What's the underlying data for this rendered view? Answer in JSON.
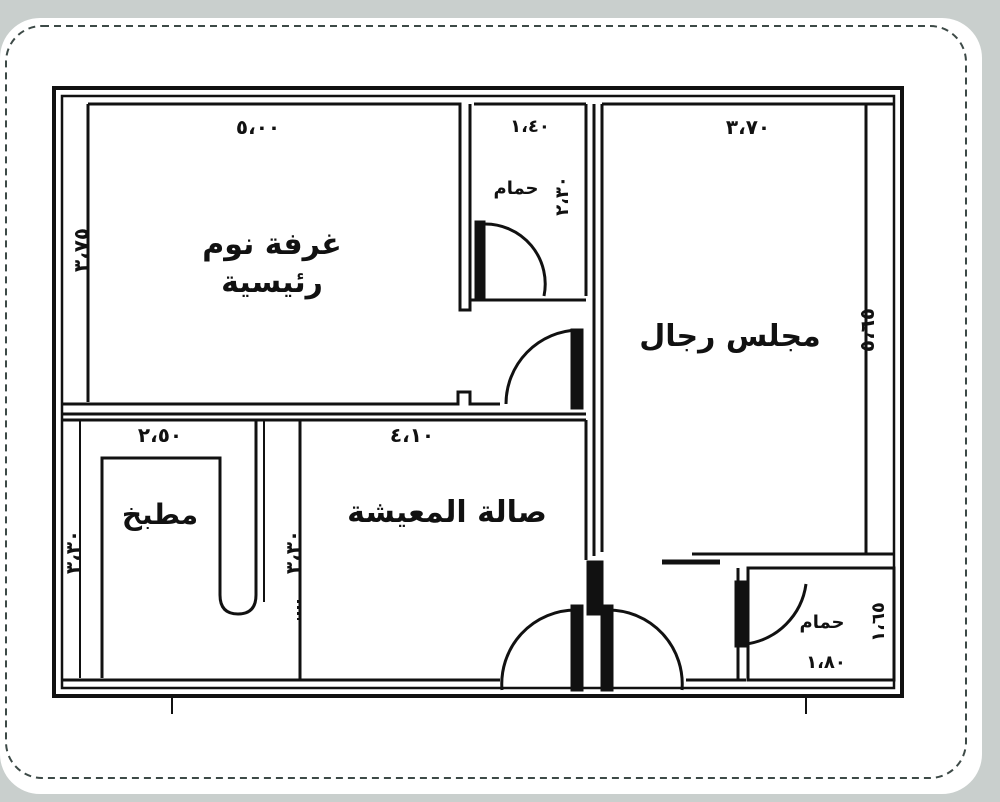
{
  "plan": {
    "rooms": {
      "master_bedroom": {
        "line1": "غرفة نوم",
        "line2": "رئيسية"
      },
      "bath_top": {
        "label": "حمام"
      },
      "men_majlis": {
        "label": "مجلس رجال"
      },
      "kitchen": {
        "label": "مطبخ"
      },
      "living_hall": {
        "label": "صالة المعيشة"
      },
      "bath_bottom": {
        "label": "حمام"
      }
    },
    "dimensions": {
      "bedroom_width": "٥،٠٠",
      "bedroom_height": "٣،٧٥",
      "bath_top_width": "١،٤٠",
      "bath_top_height": "٢،٣٠",
      "majlis_width": "٣،٧٠",
      "majlis_height": "٥،٦٥",
      "kitchen_width": "٢،٥٠",
      "kitchen_height": "٣،٣٠",
      "living_width": "٤،١٠",
      "living_height": "٣،٣٠",
      "bath_bottom_width": "١،٨٠",
      "bath_bottom_height": "١،٦٥"
    }
  }
}
